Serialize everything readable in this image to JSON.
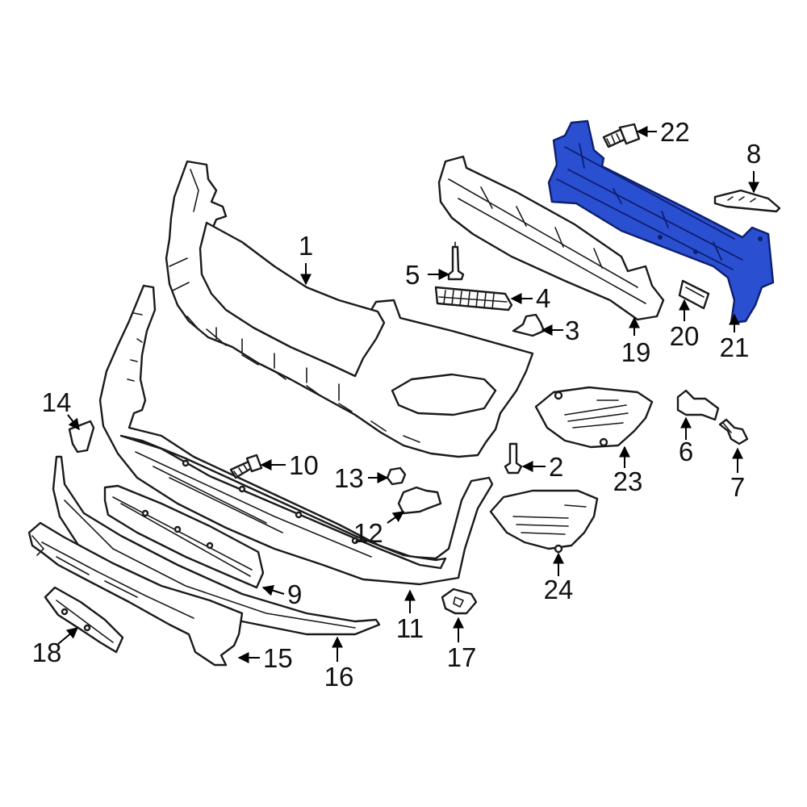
{
  "highlight_color": "#2a4fd0",
  "callouts": {
    "c1": "1",
    "c2": "2",
    "c3": "3",
    "c4": "4",
    "c5": "5",
    "c6": "6",
    "c7": "7",
    "c8": "8",
    "c9": "9",
    "c10": "10",
    "c11": "11",
    "c12": "12",
    "c13": "13",
    "c14": "14",
    "c15": "15",
    "c16": "16",
    "c17": "17",
    "c18": "18",
    "c19": "19",
    "c20": "20",
    "c21": "21",
    "c22": "22",
    "c23": "23",
    "c24": "24"
  },
  "highlighted_part": "21"
}
